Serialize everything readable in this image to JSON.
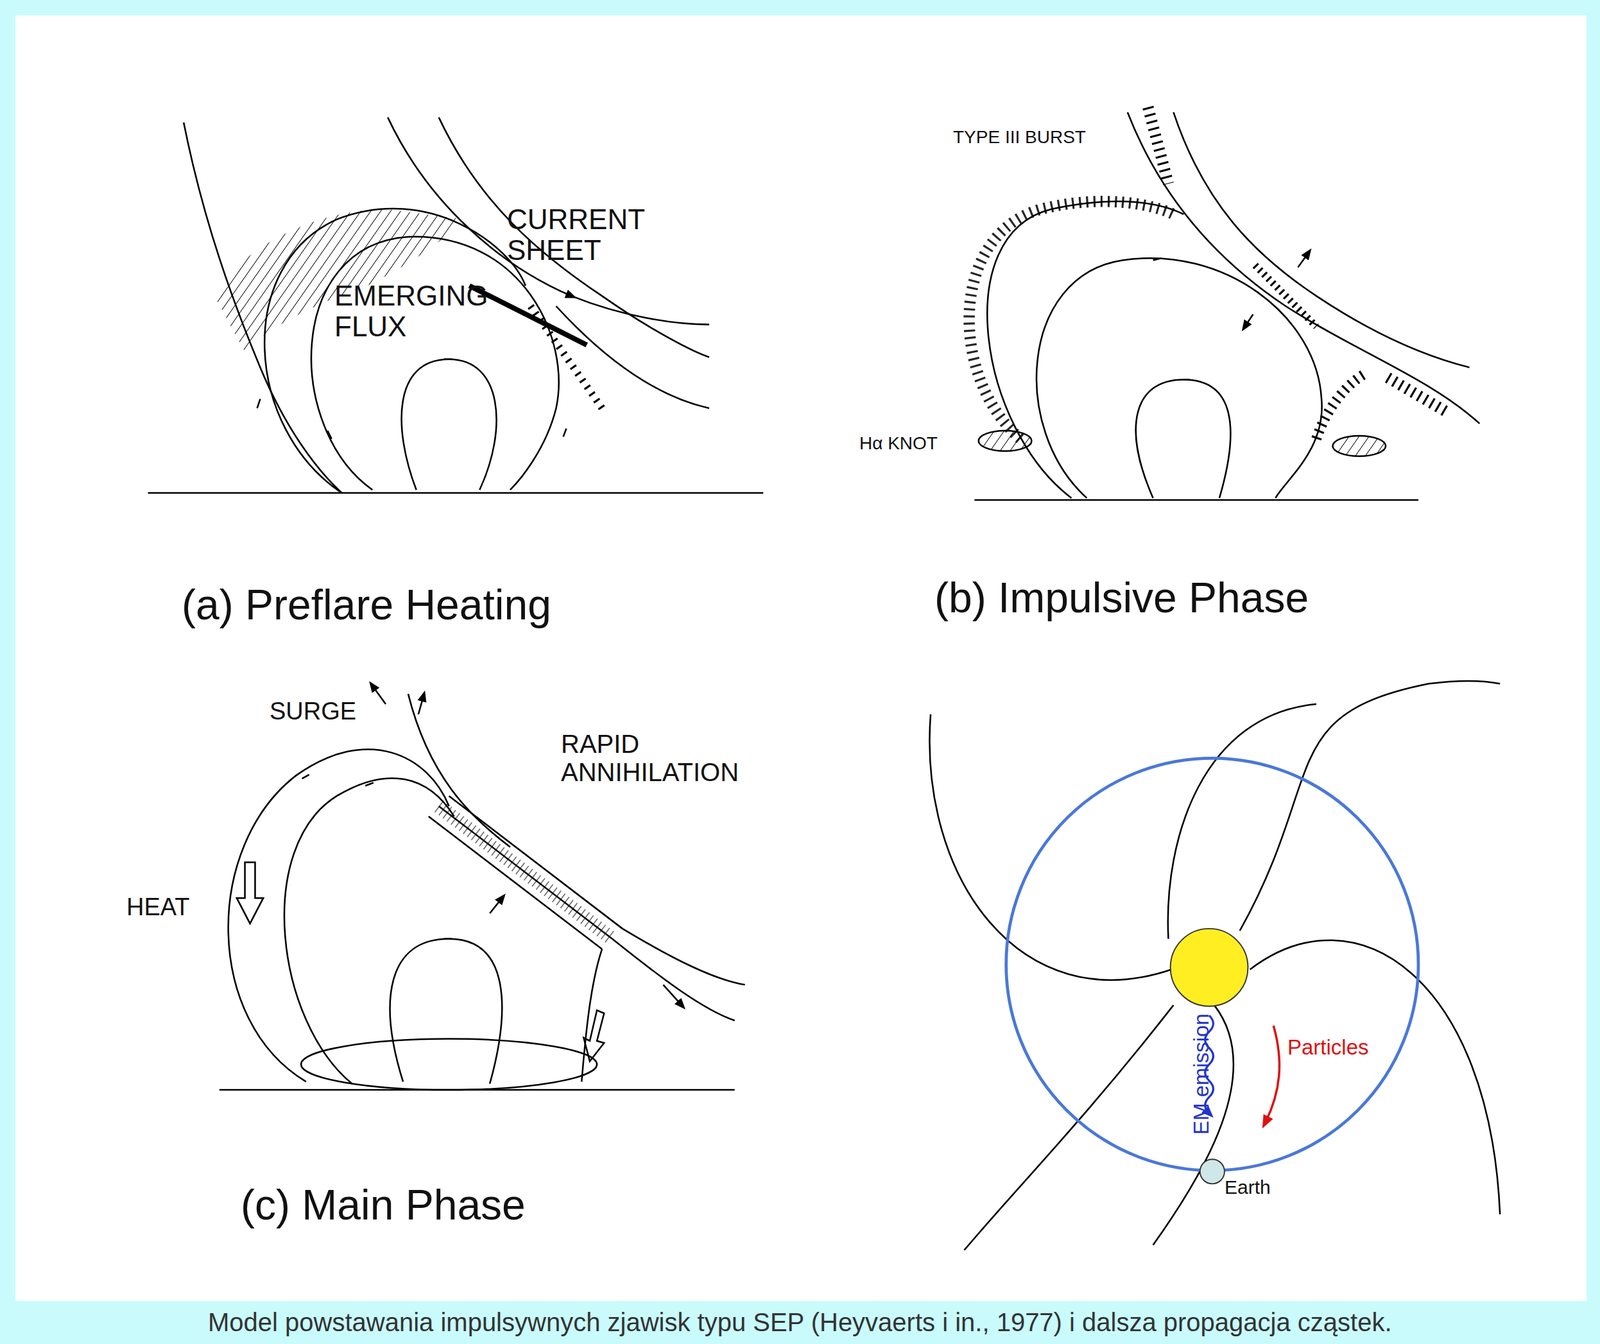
{
  "diagram": {
    "caption": "Model powstawania impulsywnych zjawisk typu SEP (Heyvaerts i in., 1977) i dalsza propagacja cząstek.",
    "labels": [
      "CURRENT SHEET",
      "EMERGING FLUX",
      "(a)  Preflare Heating",
      "TYPE III BURST",
      "Hα KNOT",
      "(b)  Impulsive Phase",
      "SURGE",
      "RAPID ANNIHILATION",
      "HEAT",
      "(c)  Main Phase",
      "EM emission",
      "Particles",
      "Earth"
    ]
  }
}
